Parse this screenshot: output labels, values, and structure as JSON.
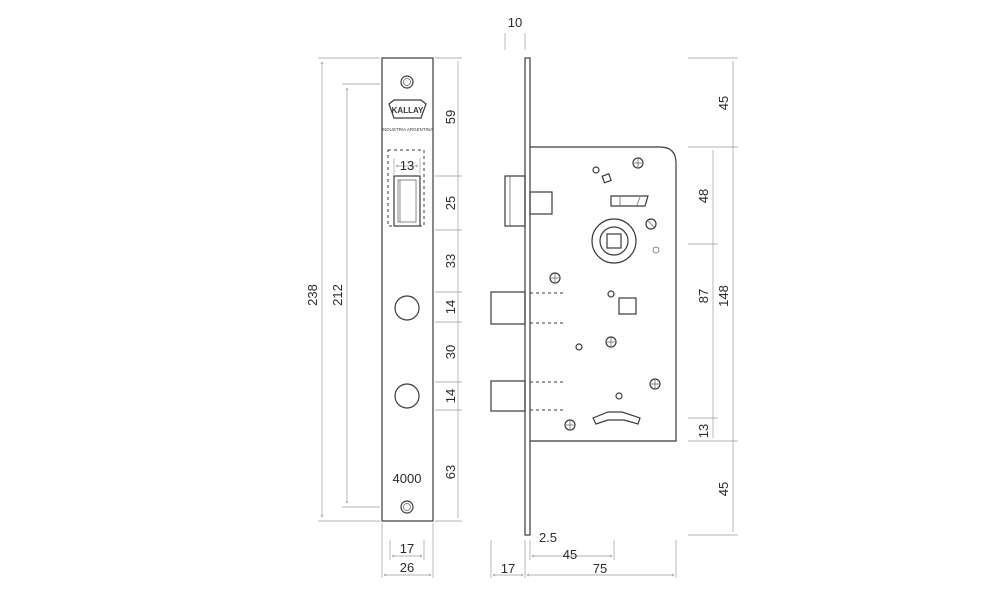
{
  "faceplate": {
    "brand": "KALLAY",
    "subtitle": "INDUSTRIA ARGENTINA",
    "model": "4000"
  },
  "dims": {
    "total_height": "238",
    "screw_spacing": "212",
    "plate_width": "26",
    "inner_width": "17",
    "latch_width": "13",
    "seg_top": "59",
    "seg_latch": "25",
    "seg_mid": "33",
    "seg_bolt1": "14",
    "seg_gap": "30",
    "seg_bolt2": "14",
    "seg_bottom": "63",
    "plate_thickness": "10",
    "right_top": "45",
    "right_latch": "48",
    "right_center": "87",
    "right_case": "148",
    "right_small": "13",
    "right_bottom": "45",
    "front_thick": "2.5",
    "backset": "45",
    "case_depth": "75",
    "bolt_proj": "17"
  }
}
